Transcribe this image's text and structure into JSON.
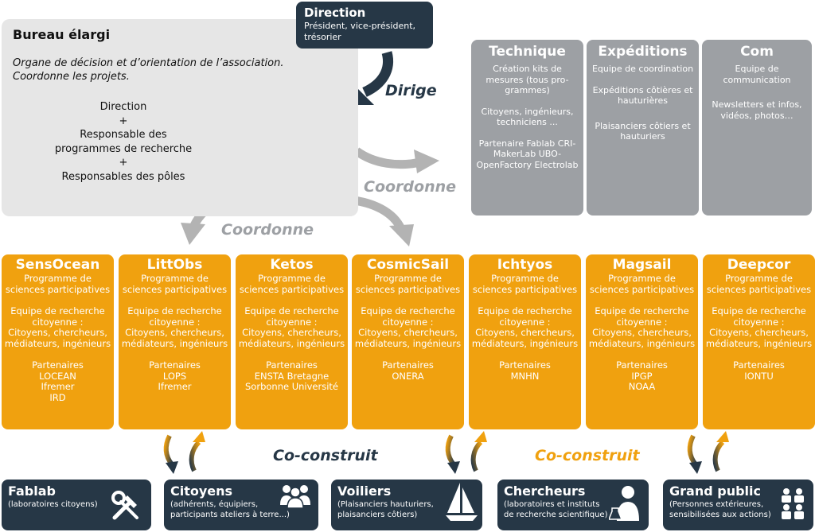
{
  "bureau": {
    "title": "Bureau élargi",
    "desc_line1": "Organe de décision et d’orientation de l’association.",
    "desc_line2": "Coordonne les projets.",
    "comp_lines": [
      "Direction",
      "+",
      "Responsable des",
      "programmes de recherche",
      "+",
      "Responsables des pôles"
    ]
  },
  "direction": {
    "title": "Direction",
    "sub_line1": "Président, vice-président,",
    "sub_line2": "trésorier"
  },
  "verbs": {
    "dirige": "Dirige",
    "coordonne_right": "Coordonne",
    "coordonne_left": "Coordonne",
    "coconstruit_left": "Co-construit",
    "coconstruit_right": "Co-construit"
  },
  "poles": [
    {
      "title": "Technique",
      "items": [
        "Création kits de mesures (tous pro-grammes)",
        "Citoyens, ingénieurs, techniciens ...",
        "Partenaire Fablab CRI-MakerLab UBO-OpenFactory Electrolab"
      ]
    },
    {
      "title": "Expéditions",
      "items": [
        "Equipe de coordination",
        "Expéditions côtières et hauturières",
        "Plaisanciers côtiers et hauturiers"
      ]
    },
    {
      "title": "Com",
      "items": [
        "Equipe de communication",
        "Newsletters et infos, vidéos, photos…"
      ]
    }
  ],
  "programmes": [
    {
      "title": "SensOcean",
      "type": "Programme de sciences participatives",
      "team_line1": "Equipe de recherche",
      "team_line2": "citoyenne :",
      "team_line3": "Citoyens, chercheurs,",
      "team_line4": "médiateurs, ingénieurs",
      "partners_label": "Partenaires",
      "partners": [
        "LOCEAN",
        "Ifremer",
        "IRD"
      ]
    },
    {
      "title": "LittObs",
      "type": "Programme de sciences participatives",
      "team_line1": "Equipe de recherche",
      "team_line2": "citoyenne :",
      "team_line3": "Citoyens, chercheurs,",
      "team_line4": "médiateurs, ingénieurs",
      "partners_label": "Partenaires",
      "partners": [
        "LOPS",
        "Ifremer"
      ]
    },
    {
      "title": "Ketos",
      "type": "Programme de sciences participatives",
      "team_line1": "Equipe de recherche",
      "team_line2": "citoyenne :",
      "team_line3": "Citoyens, chercheurs,",
      "team_line4": "médiateurs, ingénieurs",
      "partners_label": "Partenaires",
      "partners": [
        "ENSTA Bretagne",
        "Sorbonne Université"
      ]
    },
    {
      "title": "CosmicSail",
      "type": "Programme de sciences participatives",
      "team_line1": "Equipe de recherche",
      "team_line2": "citoyenne :",
      "team_line3": "Citoyens, chercheurs,",
      "team_line4": "médiateurs, ingénieurs",
      "partners_label": "Partenaires",
      "partners": [
        "ONERA"
      ]
    },
    {
      "title": "Ichtyos",
      "type": "Programme de sciences participatives",
      "team_line1": "Equipe de recherche",
      "team_line2": "citoyenne :",
      "team_line3": "Citoyens, chercheurs,",
      "team_line4": "médiateurs, ingénieurs",
      "partners_label": "Partenaires",
      "partners": [
        "MNHN"
      ]
    },
    {
      "title": "Magsail",
      "type": "Programme de sciences participatives",
      "team_line1": "Equipe de recherche",
      "team_line2": "citoyenne :",
      "team_line3": "Citoyens, chercheurs,",
      "team_line4": "médiateurs, ingénieurs",
      "partners_label": "Partenaires",
      "partners": [
        "IPGP",
        "NOAA"
      ]
    },
    {
      "title": "Deepcor",
      "type": "Programme de sciences participatives",
      "team_line1": "Equipe de recherche",
      "team_line2": "citoyenne :",
      "team_line3": "Citoyens, chercheurs,",
      "team_line4": "médiateurs, ingénieurs",
      "partners_label": "Partenaires",
      "partners": [
        "IONTU"
      ]
    }
  ],
  "bottom": [
    {
      "title": "Fablab",
      "desc_line1": "(laboratoires citoyens)",
      "desc_line2": "",
      "icon": "tools-icon"
    },
    {
      "title": "Citoyens",
      "desc_line1": "(adhérents, équipiers,",
      "desc_line2": "participants ateliers à terre...)",
      "icon": "people-icon"
    },
    {
      "title": "Voiliers",
      "desc_line1": "(Plaisanciers hauturiers,",
      "desc_line2": "plaisanciers côtiers)",
      "icon": "sailboat-icon"
    },
    {
      "title": "Chercheurs",
      "desc_line1": "(laboratoires et instituts",
      "desc_line2": "de recherche scientifique)",
      "icon": "scientist-icon"
    },
    {
      "title": "Grand public",
      "desc_line1": "(Personnes extérieures,",
      "desc_line2": "sensibilisées aux actions)",
      "icon": "audience-icon"
    }
  ],
  "colors": {
    "orange": "#f0a10f",
    "navy": "#263746",
    "grey_box": "#9da0a4",
    "light_grey": "#e6e6e6",
    "arrow_grey": "#b3b3b3"
  }
}
